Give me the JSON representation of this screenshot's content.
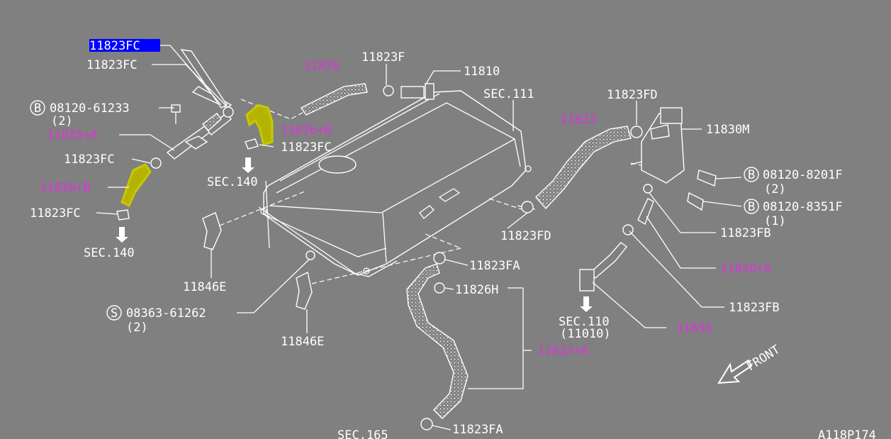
{
  "colors": {
    "background": "#808080",
    "line": "#ffffff",
    "label": "#ffffff",
    "highlight_label": "#e030e0",
    "selection": "#0000ff",
    "part_highlight": "#c8c800"
  },
  "labels": {
    "selected": "11823FC",
    "fc_top": "11823FC",
    "bolt_b1_num": "08120-61233",
    "bolt_b1_qty": "(2)",
    "p11835a": "11835+A",
    "fc_mid": "11823FC",
    "p11826b_left": "11826+B",
    "fc_low": "11823FC",
    "sec140_left": "SEC.140",
    "p11826": "11826",
    "p11823f": "11823F",
    "p11810": "11810",
    "sec111": "SEC.111",
    "p11826b_right": "11826+B",
    "fc_right": "11823FC",
    "sec140_mid": "SEC.140",
    "p11823": "11823",
    "fd_top": "11823FD",
    "p11830m": "11830M",
    "bolt_b2_num": "08120-8201F",
    "bolt_b2_qty": "(2)",
    "bolt_b3_num": "08120-8351F",
    "bolt_b3_qty": "(1)",
    "fd_bottom": "11823FD",
    "fb_top": "11823FB",
    "p11826a": "11826+A",
    "fb_bottom": "11823FB",
    "fa_top": "11823FA",
    "p11826h": "11826H",
    "p11823a": "11823+A",
    "fa_bottom": "11823FA",
    "p11846e_left": "11846E",
    "p11846e_right": "11846E",
    "screw_s_num": "08363-61262",
    "screw_s_qty": "(2)",
    "sec110": "SEC.110",
    "sec110_sub": "(11010)",
    "p11835": "11835",
    "sec165": "SEC.165",
    "front": "FRONT",
    "code": "A118P174",
    "marker_b": "B",
    "marker_s": "S"
  }
}
